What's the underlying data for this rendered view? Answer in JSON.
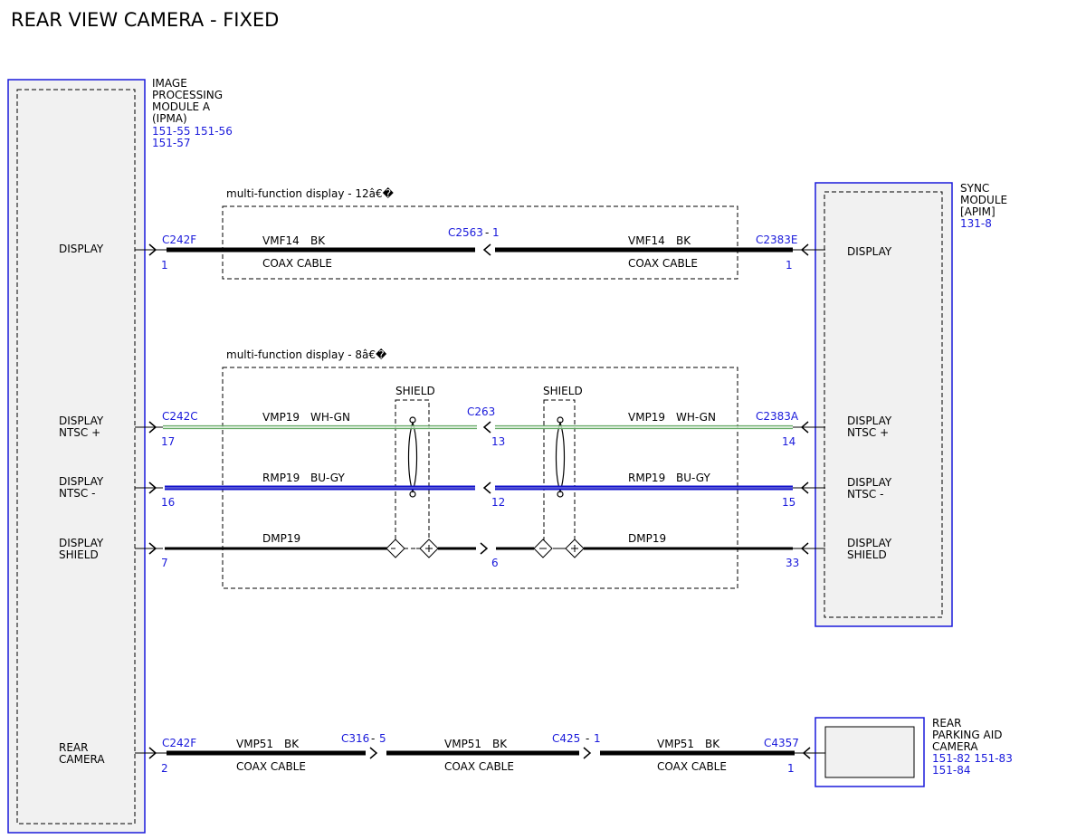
{
  "title": "REAR VIEW CAMERA - FIXED",
  "colors": {
    "module_border": "#1a1adb",
    "module_fill": "#f1f1f1",
    "link_text": "#1a1adb",
    "wire_blue": "#1111cc",
    "wire_green": "#66aa66",
    "wire_black": "#000000"
  },
  "ipma": {
    "name_lines": [
      "IMAGE",
      "PROCESSING",
      "MODULE A",
      "(IPMA)"
    ],
    "refs_line1": "151-55  151-56",
    "refs_line2": "151-57",
    "pins": {
      "display": "DISPLAY",
      "ntsc_plus": [
        "DISPLAY",
        "NTSC +"
      ],
      "ntsc_minus": [
        "DISPLAY",
        "NTSC -"
      ],
      "shield": [
        "DISPLAY",
        "SHIELD"
      ],
      "rear_camera": [
        "REAR",
        "CAMERA"
      ]
    }
  },
  "sync": {
    "name_lines": [
      "SYNC",
      "MODULE",
      "[APIM]"
    ],
    "ref": "131-8",
    "pins": {
      "display": "DISPLAY",
      "ntsc_plus": [
        "DISPLAY",
        "NTSC +"
      ],
      "ntsc_minus": [
        "DISPLAY",
        "NTSC -"
      ],
      "shield": [
        "DISPLAY",
        "SHIELD"
      ]
    }
  },
  "camera": {
    "name_lines": [
      "REAR",
      "PARKING AID",
      "CAMERA"
    ],
    "refs_line1": "151-82  151-83",
    "refs_line2": "151-84"
  },
  "groups": {
    "top_label": "multi-function display - 12â€�",
    "mid_label": "multi-function display - 8â€�",
    "shield_label": "SHIELD"
  },
  "circuits": {
    "display_coax": {
      "left_connector": "C242F",
      "left_pin": "1",
      "mid_connector": "C2563",
      "mid_sep": "-",
      "mid_pin": "1",
      "right_connector": "C2383E",
      "right_pin": "1",
      "wire": "VMF14",
      "color": "BK",
      "cable": "COAX CABLE"
    },
    "ntsc_plus": {
      "left_connector": "C242C",
      "left_pin": "17",
      "mid_connector": "C263",
      "mid_pin": "13",
      "right_connector": "C2383A",
      "right_pin": "14",
      "wire": "VMP19",
      "color": "WH-GN"
    },
    "ntsc_minus": {
      "left_pin": "16",
      "mid_pin": "12",
      "right_pin": "15",
      "wire": "RMP19",
      "color": "BU-GY"
    },
    "shield": {
      "left_pin": "7",
      "mid_pin": "6",
      "right_pin": "33",
      "wire": "DMP19"
    },
    "camera_coax": {
      "left_connector": "C242F",
      "left_pin": "2",
      "c1_connector": "C316",
      "c1_sep": "-",
      "c1_pin": "5",
      "c2_connector": "C425",
      "c2_sep": "-",
      "c2_pin": "1",
      "right_connector": "C4357",
      "right_pin": "1",
      "wire": "VMP51",
      "color": "BK",
      "cable": "COAX CABLE"
    }
  }
}
